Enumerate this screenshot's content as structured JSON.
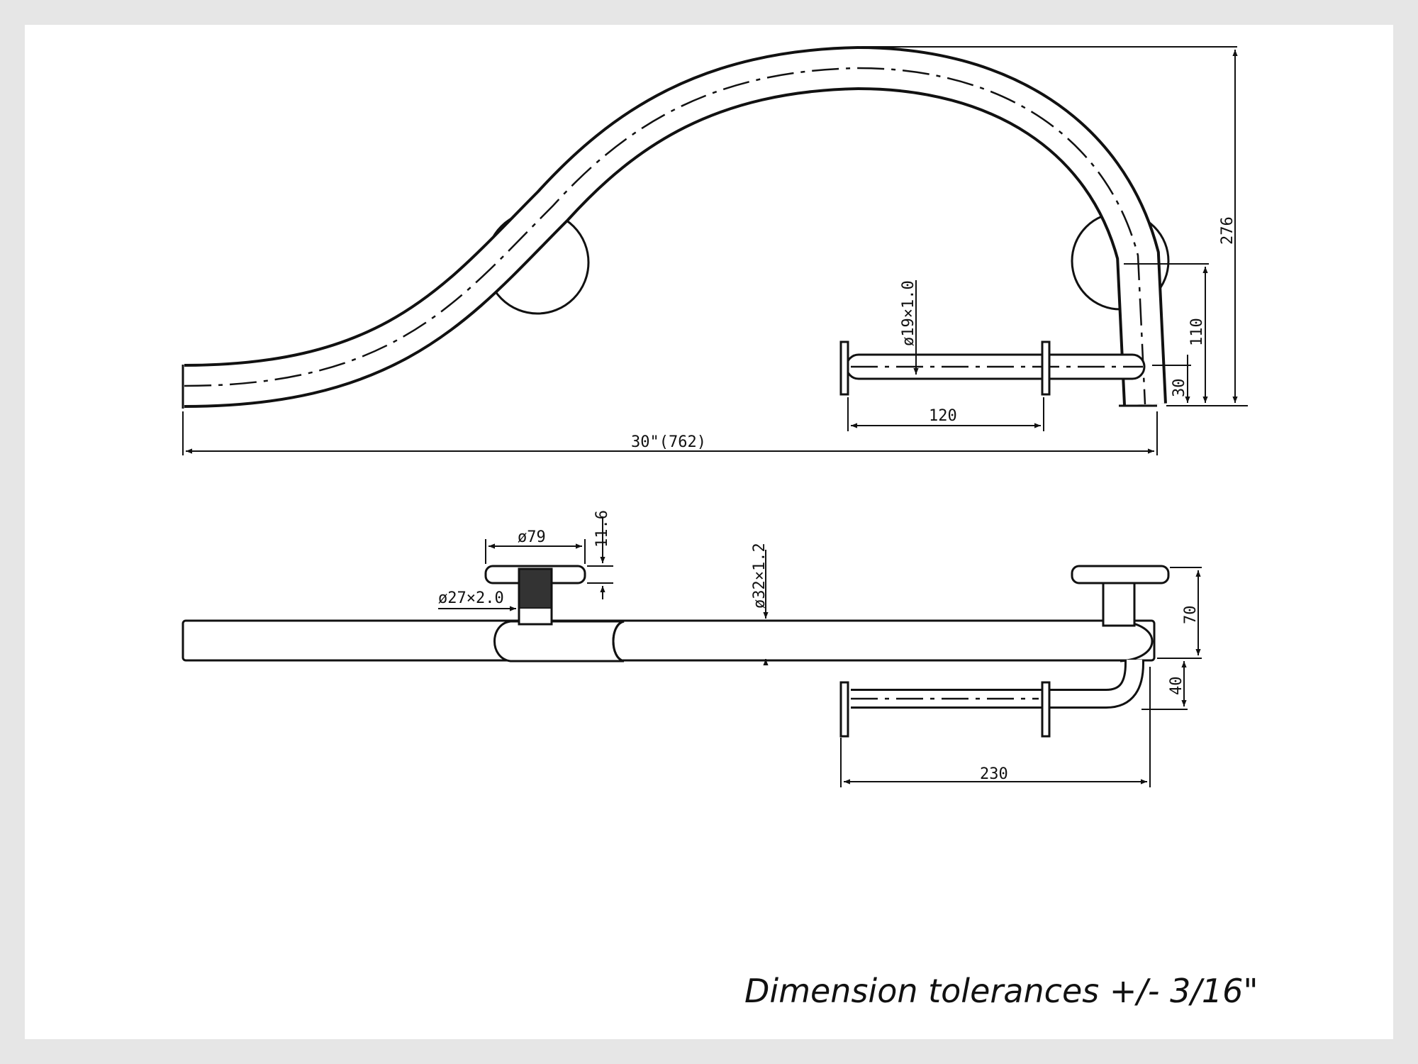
{
  "drawing": {
    "dimensions": {
      "overall_length": "30\"(762)",
      "height": "276",
      "holder_offset": "110",
      "holder_drop": "30",
      "holder_length": "120",
      "holder_tube_diameter": "ø19×1.0",
      "flange_diameter": "ø79",
      "flange_thickness": "11.6",
      "post_diameter": "ø27×2.0",
      "tube_diameter": "ø32×1.2",
      "projection": "70",
      "holder_projection": "40",
      "holder_span": "230"
    },
    "tolerance_note": "Dimension tolerances +/- 3/16\""
  }
}
